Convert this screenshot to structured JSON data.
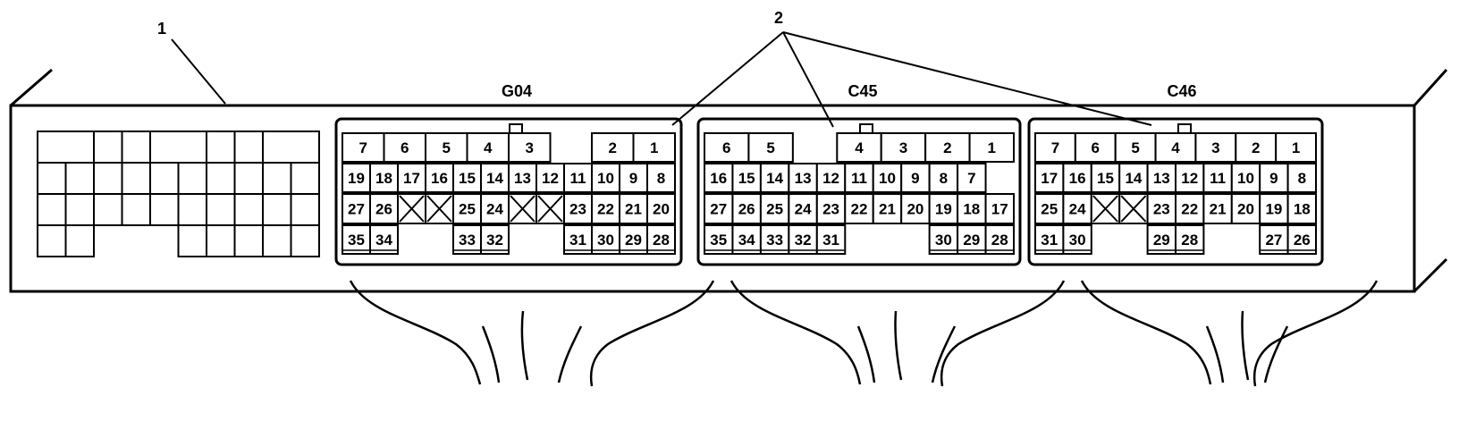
{
  "callouts": {
    "ecm": "1",
    "connectors": "2"
  },
  "connectors": [
    {
      "id": "G04",
      "label": "G04",
      "rows": [
        [
          "7",
          "6",
          "5",
          "4",
          "3",
          "",
          "2",
          "1"
        ],
        [
          "19",
          "18",
          "17",
          "16",
          "15",
          "14",
          "13",
          "12",
          "11",
          "10",
          "9",
          "8"
        ],
        [
          "27",
          "26",
          "X",
          "X",
          "25",
          "24",
          "X",
          "X",
          "23",
          "22",
          "21",
          "20"
        ],
        [
          "35",
          "34",
          "",
          "",
          "33",
          "32",
          "",
          "",
          "31",
          "30",
          "29",
          "28"
        ]
      ]
    },
    {
      "id": "C45",
      "label": "C45",
      "rows": [
        [
          "6",
          "5",
          "",
          "4",
          "3",
          "2",
          "1"
        ],
        [
          "16",
          "15",
          "14",
          "13",
          "12",
          "11",
          "10",
          "9",
          "8",
          "7",
          ""
        ],
        [
          "27",
          "26",
          "25",
          "24",
          "23",
          "22",
          "21",
          "20",
          "19",
          "18",
          "17"
        ],
        [
          "35",
          "34",
          "33",
          "32",
          "31",
          "",
          "",
          "",
          "30",
          "29",
          "28"
        ]
      ]
    },
    {
      "id": "C46",
      "label": "C46",
      "rows": [
        [
          "7",
          "6",
          "5",
          "4",
          "3",
          "2",
          "1"
        ],
        [
          "17",
          "16",
          "15",
          "14",
          "13",
          "12",
          "11",
          "10",
          "9",
          "8"
        ],
        [
          "25",
          "24",
          "X",
          "X",
          "23",
          "22",
          "21",
          "20",
          "19",
          "18"
        ],
        [
          "31",
          "30",
          "",
          "",
          "29",
          "28",
          "",
          "",
          "27",
          "26"
        ]
      ]
    }
  ]
}
